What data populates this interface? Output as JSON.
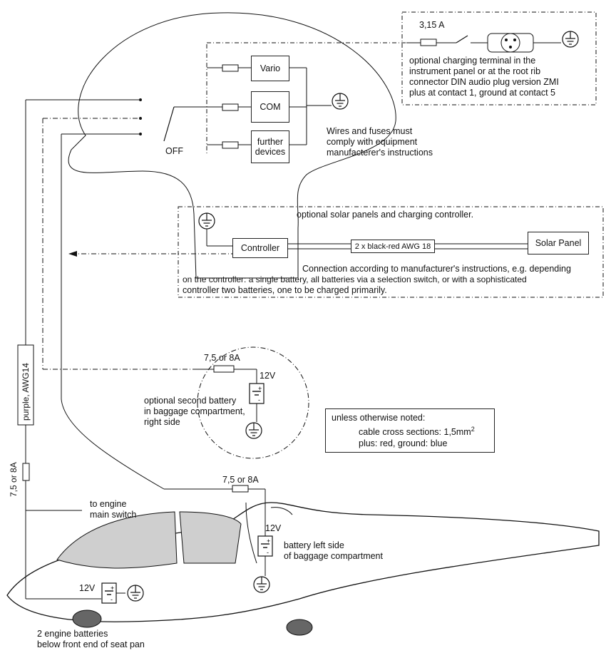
{
  "fuses": {
    "terminal_fuse": "3,15 A",
    "second_battery_fuse": "7,5 or 8A",
    "engine_fuse": "7,5 or 8A",
    "main_battery_fuse": "7,5 or 8A"
  },
  "instruments": {
    "vario": "Vario",
    "com": "COM",
    "further_devices": "further devices",
    "switch_off": "OFF",
    "wires_note": "Wires and fuses must\ncomply with equipment\nmanufacterer's instructions"
  },
  "charging_terminal": {
    "text": "optional charging terminal in the\ninstrument panel or at the root rib\nconnector DIN audio plug version ZMI\nplus at contact 1, ground at contact 5"
  },
  "solar": {
    "title": "optional solar panels and charging controller.",
    "controller": "Controller",
    "cable": "2 x black-red AWG 18",
    "panel": "Solar Panel",
    "connection_note": "Connection according to manufacturer's instructions, e.g. depending",
    "connection_note_2": "on the controller: a single battery, all batteries via a selection switch, or with a sophisticated",
    "connection_note_3": "controller two batteries, one to be charged primarily."
  },
  "wiring": {
    "main_wire": "purple, AWG14",
    "engine_switch": "to engine\nmain switch"
  },
  "batteries": {
    "voltage": "12V",
    "second_battery": "optional second battery\nin baggage compartment,\nright side",
    "left_battery": "battery left side\nof baggage compartment",
    "engine_batteries": "2 engine batteries\nbelow front end of seat pan"
  },
  "cross_section_note": {
    "line1": "unless otherwise noted:",
    "line2_prefix": "cable cross sections: 1,5mm",
    "line2_sup": "2",
    "line3": "plus: red, ground: blue"
  }
}
